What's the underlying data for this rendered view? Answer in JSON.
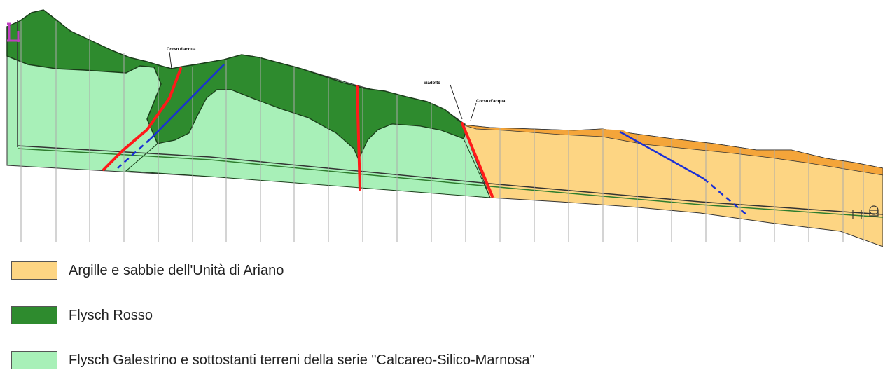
{
  "section": {
    "annotations": [
      {
        "id": "corso-1",
        "text": "Corso d'acqua"
      },
      {
        "id": "viadotto",
        "text": "Viadotto"
      },
      {
        "id": "corso-2",
        "text": "Corso d'acqua"
      }
    ]
  },
  "legend": {
    "items": [
      {
        "id": "ariano",
        "label": "Argille e sabbie dell'Unità di Ariano",
        "color": "#fdd583"
      },
      {
        "id": "rosso",
        "label": "Flysch Rosso",
        "color": "#2e8b2e"
      },
      {
        "id": "galestrino",
        "label": "Flysch Galestrino e sottostanti terreni della serie \"Calcareo-Silico-Marnosa\"",
        "color": "#a8f0b8"
      }
    ]
  },
  "colors": {
    "flysch_rosso": "#2e8b2e",
    "flysch_galestrino": "#a8f0b8",
    "ariano": "#fdd583",
    "ariano_top": "#f4a53a",
    "fault": "#ff1a1a",
    "bedding": "#1a2fd6"
  }
}
